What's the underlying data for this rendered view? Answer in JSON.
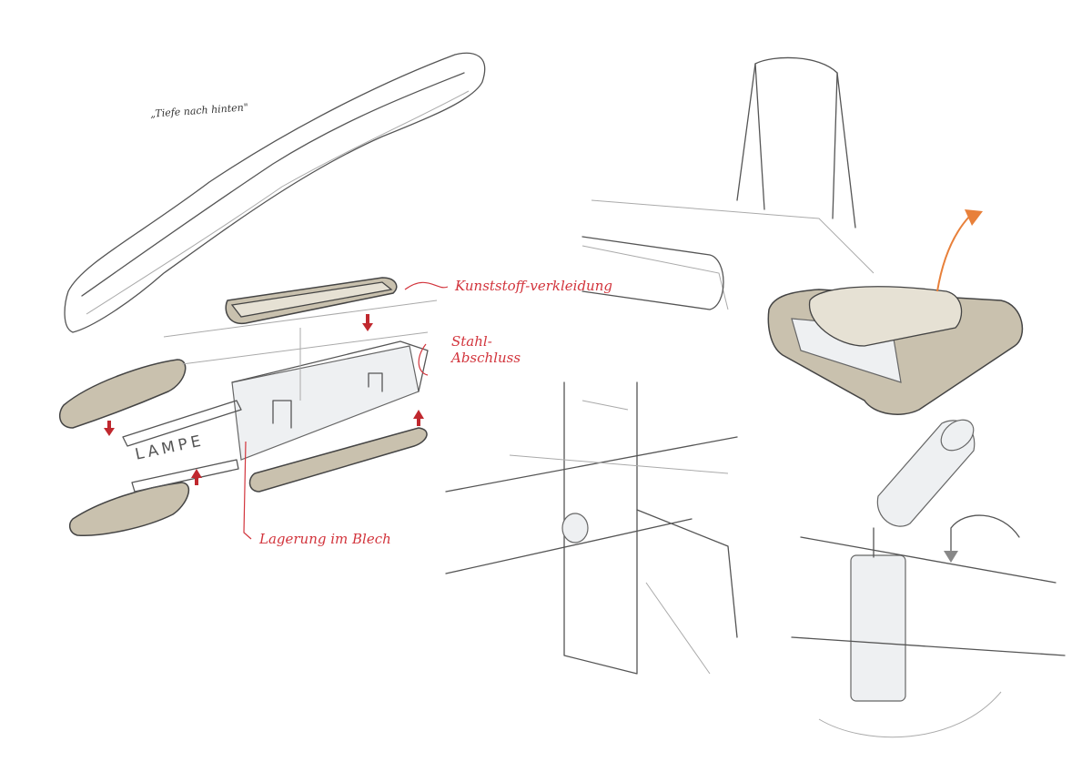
{
  "annotations": {
    "depth_note": "„Tiefe nach hinten\"",
    "plastic_cover": "Kunststoff-verkleidung",
    "steel_end_line1": "Stahl-",
    "steel_end_line2": "Abschluss",
    "bearing": "Lagerung im Blech",
    "lamp_label": "LAMPE"
  },
  "colors": {
    "annotation_red": "#d2343c",
    "shell_tan": "#c9c1ae",
    "orange_arrow": "#e8803a"
  }
}
